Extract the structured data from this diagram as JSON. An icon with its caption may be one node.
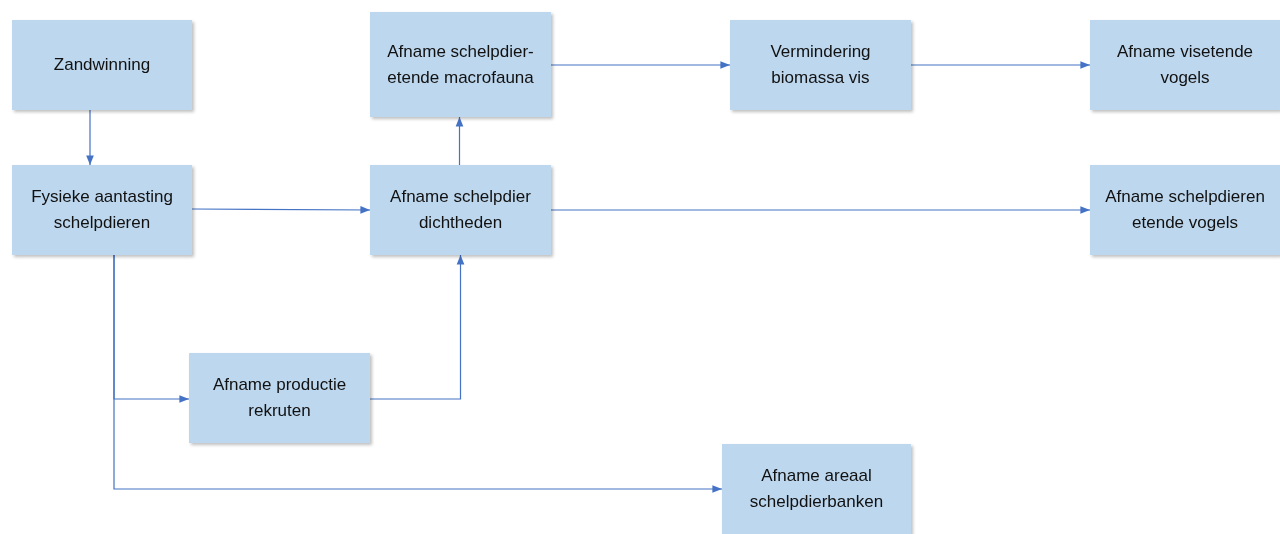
{
  "diagram": {
    "nodes": [
      {
        "text": [
          "Zandwinning"
        ]
      },
      {
        "text": [
          "Fysieke aantasting schelpdieren"
        ]
      },
      {
        "text": [
          "Afname schelpdier-etende macrofauna"
        ]
      },
      {
        "text": [
          "Vermindering biomassa vis"
        ]
      },
      {
        "text": [
          "Afname visetende vogels"
        ]
      },
      {
        "text": [
          "Afname schelpdier dichtheden"
        ]
      },
      {
        "text": [
          "Afname schelpdieren etende vogels"
        ]
      },
      {
        "text": [
          "Afname productie rekruten"
        ]
      },
      {
        "text": [
          "Afname areaal schelpdierbanken"
        ]
      }
    ],
    "edges": [
      {
        "from": 0,
        "to": 1,
        "arrow": "to"
      },
      {
        "from": 1,
        "to": 5,
        "arrow": "to"
      },
      {
        "from": 5,
        "to": 2,
        "arrow": "to"
      },
      {
        "from": 2,
        "to": 3,
        "arrow": "to"
      },
      {
        "from": 3,
        "to": 4,
        "arrow": "to"
      },
      {
        "from": 5,
        "to": 6,
        "arrow": "to"
      },
      {
        "from": 1,
        "to": 7,
        "arrow": "to"
      },
      {
        "from": 7,
        "to": 5,
        "arrow": "to"
      },
      {
        "from": 1,
        "to": 8,
        "arrow": "to"
      }
    ]
  }
}
